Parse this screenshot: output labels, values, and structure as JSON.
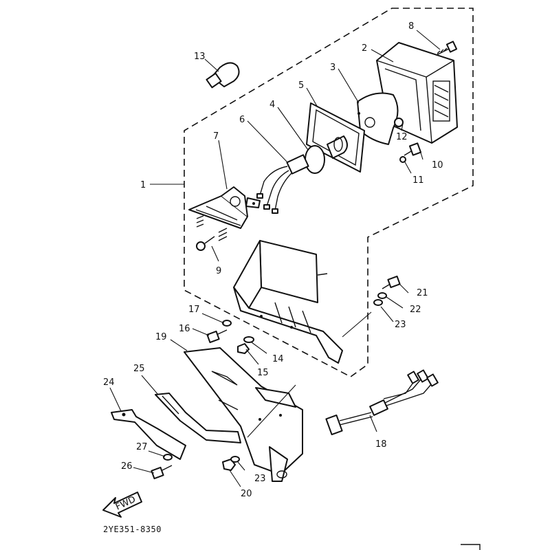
{
  "diagram": {
    "drawing_code": "2YE351-8350",
    "fwd_label": "FWD",
    "callouts": {
      "c1": "1",
      "c2": "2",
      "c3": "3",
      "c4": "4",
      "c5": "5",
      "c6": "6",
      "c7": "7",
      "c8": "8",
      "c9": "9",
      "c10": "10",
      "c11": "11",
      "c12": "12",
      "c13": "13",
      "c14": "14",
      "c15": "15",
      "c16": "16",
      "c17": "17",
      "c18": "18",
      "c19": "19",
      "c20": "20",
      "c21": "21",
      "c22": "22",
      "c23a": "23",
      "c23b": "23",
      "c24": "24",
      "c25": "25",
      "c26": "26",
      "c27": "27"
    }
  }
}
